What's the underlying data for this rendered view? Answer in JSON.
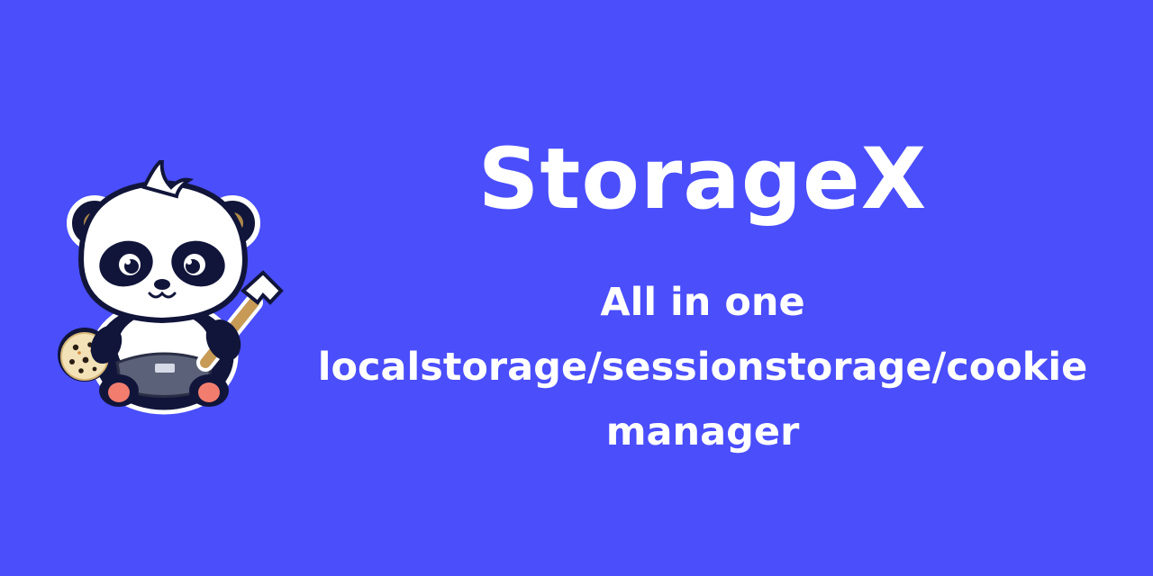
{
  "banner": {
    "background_color": "#4a4efb",
    "text_color": "#ffffff",
    "mascot_icon": "panda-mascot-with-cookie-and-wrench",
    "title": "StorageX",
    "subtitle_lines": [
      "All in one",
      "localstorage/sessionstorage/cookie",
      "manager"
    ]
  }
}
